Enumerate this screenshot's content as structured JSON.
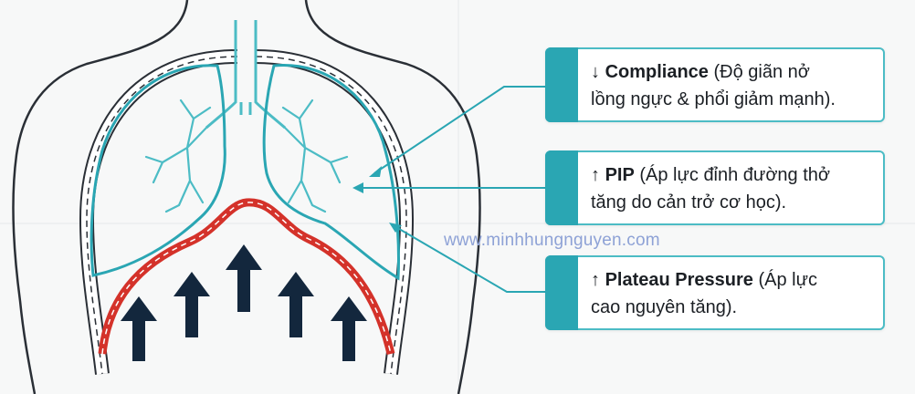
{
  "callouts": [
    {
      "arrow": "↓",
      "term": "Compliance",
      "rest": " (Độ giãn nở",
      "line2": "lồng ngực & phổi giảm mạnh)."
    },
    {
      "arrow": "↑",
      "term": "PIP",
      "rest": " (Áp lực đỉnh đường thở",
      "line2": "tăng do cản trở cơ học)."
    },
    {
      "arrow": "↑",
      "term": "Plateau Pressure",
      "rest": " (Áp lực",
      "line2": "cao nguyên tăng)."
    }
  ],
  "watermark": "www.minhhungnguyen.com",
  "colors": {
    "teal": "#2aa6b3",
    "teal_light": "#4cbcc5",
    "diaphragm_red": "#d4322a",
    "arrow_navy": "#13273d",
    "outline": "#2a2f36"
  }
}
